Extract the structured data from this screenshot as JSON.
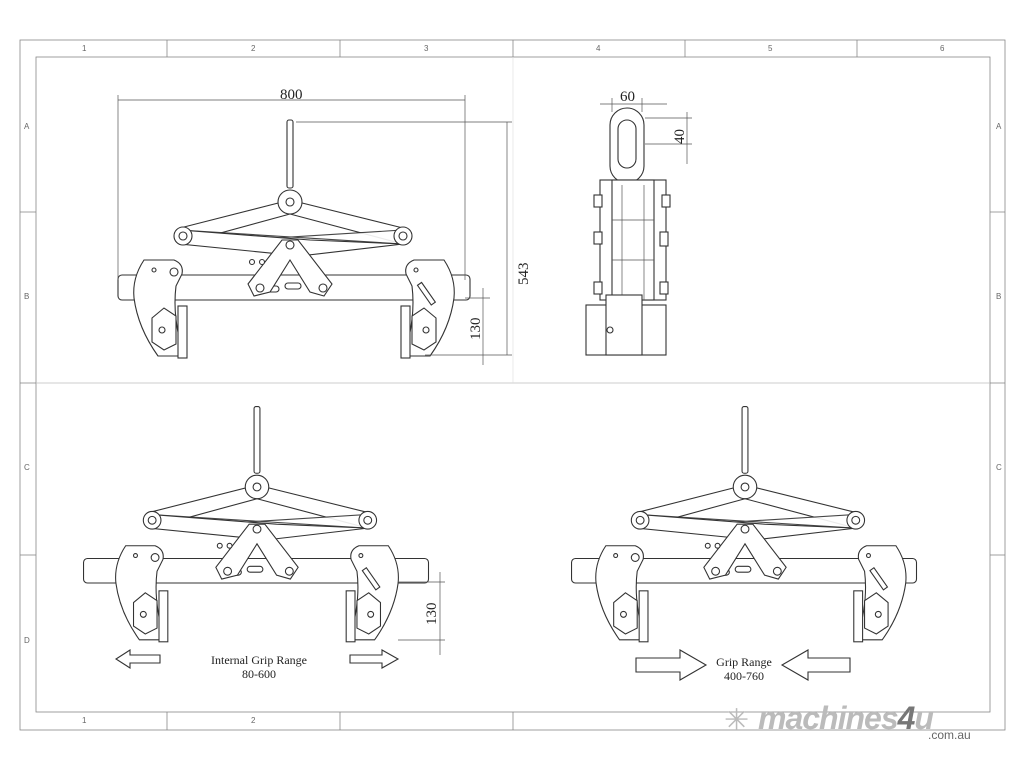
{
  "sheet": {
    "columns": [
      "1",
      "2",
      "3",
      "4",
      "5",
      "6"
    ],
    "rows": [
      "A",
      "B",
      "C",
      "D"
    ],
    "bottom_columns": [
      "1",
      "2"
    ]
  },
  "front_view": {
    "width_dim": "800",
    "height_dim": "543",
    "jaw_dim": "130"
  },
  "side_view": {
    "width_dim": "60",
    "eye_dim": "40"
  },
  "internal_view": {
    "jaw_dim": "130",
    "caption": "Internal Grip Range",
    "range": "80-600"
  },
  "external_view": {
    "caption": "Grip Range",
    "range": "400-760"
  },
  "watermark": {
    "brand": "machines",
    "brand_num": "4",
    "brand_end": "u",
    "domain": ".com.au"
  }
}
